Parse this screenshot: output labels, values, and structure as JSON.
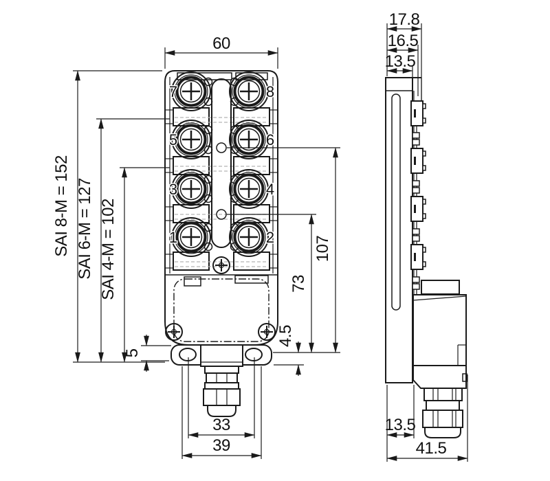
{
  "front_view": {
    "width": "60",
    "sai_8m": "SAI 8-M = 152",
    "sai_6m": "SAI 6-M = 127",
    "sai_4m": "SAI 4-M = 102",
    "dim_107": "107",
    "dim_73": "73",
    "dim_4_5": "4.5",
    "dim_5": "5",
    "dim_33": "33",
    "dim_39": "39",
    "port_numbers": [
      "7",
      "8",
      "5",
      "6",
      "3",
      "4",
      "1",
      "2"
    ]
  },
  "side_view": {
    "depth_total": "17.8",
    "depth_mid": "16.5",
    "depth_top": "13.5",
    "depth_bottom": "13.5",
    "depth_with_box": "41.5"
  }
}
